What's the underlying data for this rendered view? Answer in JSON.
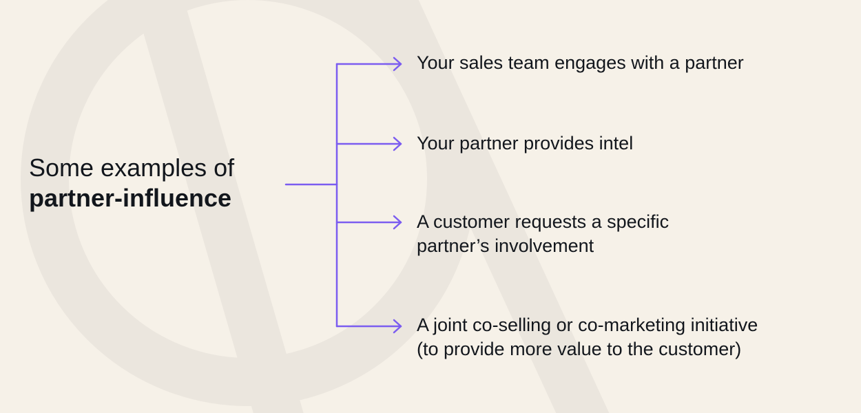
{
  "heading": {
    "line1": "Some examples of",
    "line2": "partner-influence"
  },
  "items": [
    {
      "lines": [
        "Your sales team engages with a partner"
      ]
    },
    {
      "lines": [
        "Your partner provides intel"
      ]
    },
    {
      "lines": [
        "A customer requests a specific",
        "partner’s involvement"
      ]
    },
    {
      "lines": [
        "A joint co-selling or co-marketing initiative",
        "(to provide more value to the customer)"
      ]
    }
  ],
  "colors": {
    "background": "#f6f1e8",
    "text": "#12161c",
    "accent": "#7b5cf0",
    "watermark": "#ebe6de"
  },
  "icons": {
    "watermark": "logo-watermark",
    "arrows": "arrow-right-icon"
  }
}
